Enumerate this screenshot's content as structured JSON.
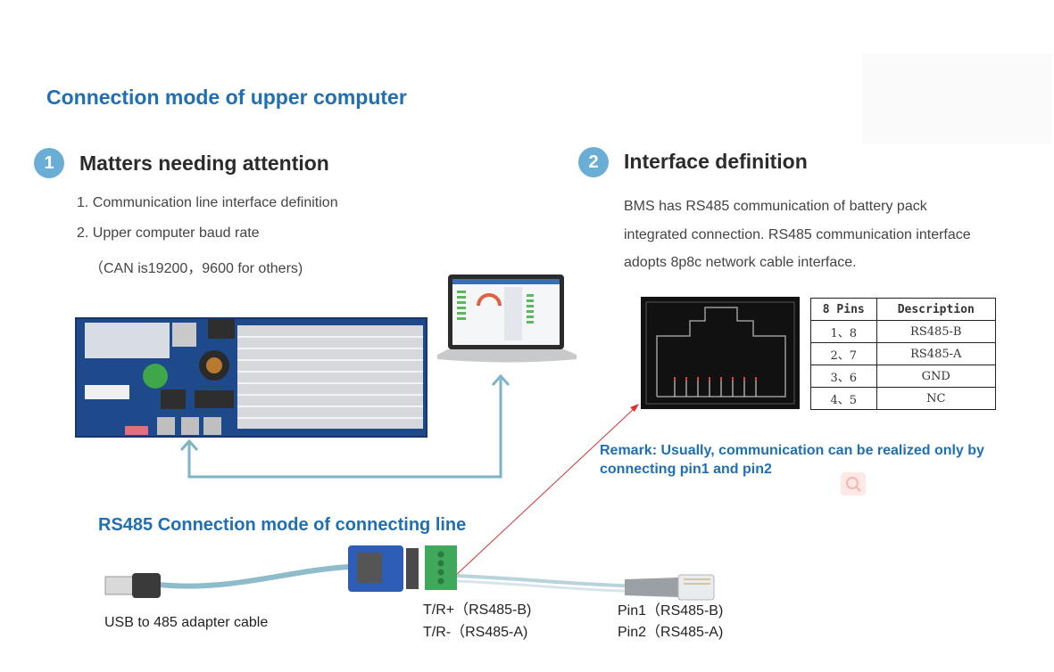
{
  "title": "Connection mode of upper computer",
  "section1": {
    "number": "1",
    "title": "Matters needing attention",
    "items": [
      "1. Communication line interface definition",
      "2. Upper computer baud rate",
      "（CAN is19200，9600 for others)"
    ]
  },
  "section2": {
    "number": "2",
    "title": "Interface definition",
    "paragraph_lines": [
      "BMS has RS485 communication of battery pack",
      "integrated connection. RS485 communication interface",
      "adopts 8p8c network cable interface."
    ]
  },
  "pin_table": {
    "headers": [
      "8 Pins",
      "Description"
    ],
    "rows": [
      [
        "1、8",
        "RS485-B"
      ],
      [
        "2、7",
        "RS485-A"
      ],
      [
        "3、6",
        "GND"
      ],
      [
        "4、5",
        "NC"
      ]
    ]
  },
  "remark": "Remark:   Usually, communication can be realized only by connecting pin1 and pin2",
  "rs485": {
    "title": "RS485 Connection mode of connecting line",
    "usb_label": "USB to 485 adapter cable",
    "terminal_labels": [
      "T/R+（RS485-B)",
      "T/R-（RS485-A)"
    ],
    "pin_labels": [
      "Pin1（RS485-B)",
      "Pin2（RS485-A)"
    ]
  },
  "colors": {
    "title_blue": "#1f6fb2",
    "badge_blue": "#6aaed6",
    "arrow_blue": "#7fb3c8",
    "red_line": "#e03030"
  }
}
